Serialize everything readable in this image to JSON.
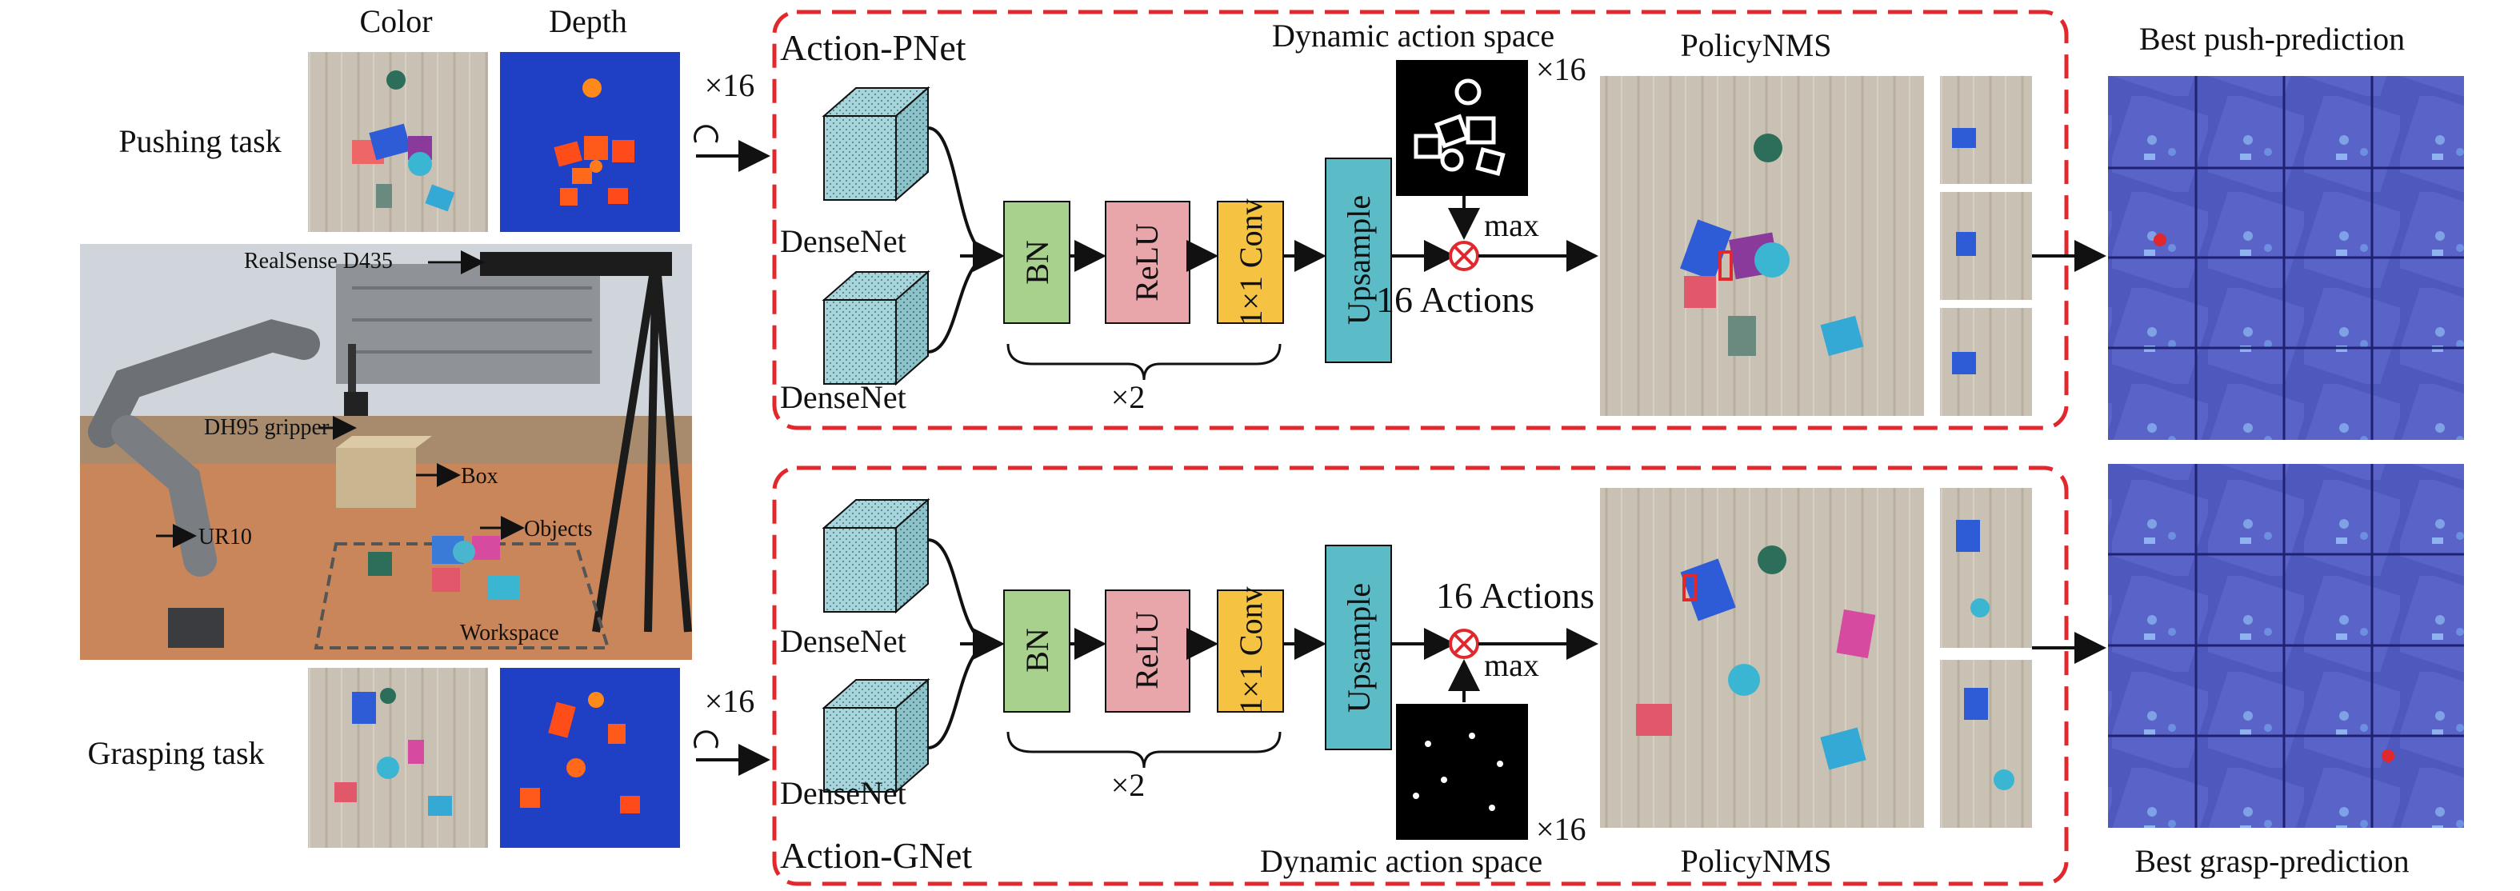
{
  "inputs": {
    "color_label": "Color",
    "depth_label": "Depth",
    "pushing_task": "Pushing task",
    "grasping_task": "Grasping task",
    "times16_top": "×16",
    "times16_bottom": "×16"
  },
  "setup_photo": {
    "realsense": "RealSense D435",
    "gripper": "DH95 gripper",
    "box": "Box",
    "ur10": "UR10",
    "objects": "Objects",
    "workspace": "Workspace"
  },
  "push_net": {
    "title": "Action-PNet",
    "densenet_1": "DenseNet",
    "densenet_2": "DenseNet",
    "bn": "BN",
    "relu": "ReLU",
    "conv": "1×1 Conv",
    "repeat": "×2",
    "upsample": "Upsample",
    "dyn_space": "Dynamic action space",
    "dyn_times": "×16",
    "max": "max",
    "actions": "16 Actions",
    "policy": "PolicyNMS"
  },
  "grasp_net": {
    "title": "Action-GNet",
    "densenet_1": "DenseNet",
    "densenet_2": "DenseNet",
    "bn": "BN",
    "relu": "ReLU",
    "conv": "1×1 Conv",
    "repeat": "×2",
    "upsample": "Upsample",
    "dyn_space": "Dynamic action space",
    "dyn_times": "×16",
    "max": "max",
    "actions": "16 Actions",
    "policy": "PolicyNMS"
  },
  "outputs": {
    "best_push": "Best push-prediction",
    "best_grasp": "Best grasp-prediction"
  },
  "colors": {
    "dashed_border": "#e0282d",
    "bn": "#a9d18e",
    "relu": "#e8a6ab",
    "conv": "#f5c242",
    "upsample": "#5bbcc8",
    "cube": "#a8d6dd",
    "depth_bg": "#1f3fc4",
    "pred_bg": "#4a53b8"
  }
}
